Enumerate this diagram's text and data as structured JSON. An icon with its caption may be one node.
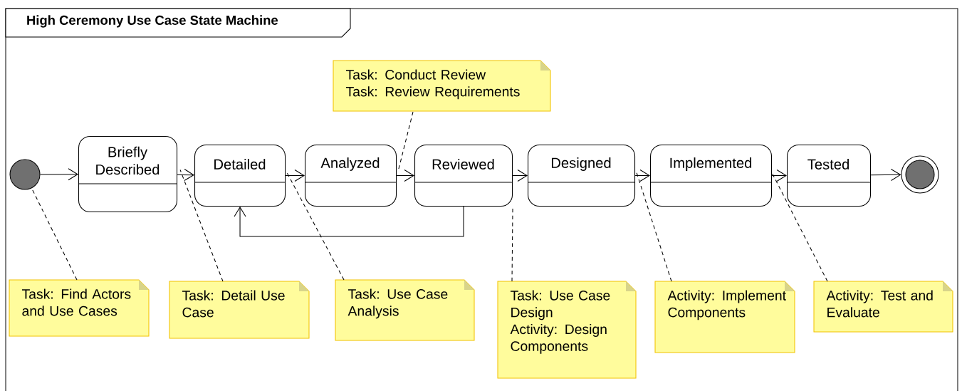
{
  "diagram": {
    "title": "High Ceremony Use Case State Machine",
    "nodes": [
      {
        "text": [],
        "shape": "circle"
      },
      {
        "text": [
          "Briefly Described"
        ]
      },
      {
        "text": [
          "Detailed"
        ]
      },
      {
        "text": [
          "Analyzed"
        ]
      },
      {
        "text": [
          "Reviewed"
        ]
      },
      {
        "text": [
          "Designed"
        ]
      },
      {
        "text": [
          "Implemented"
        ]
      },
      {
        "text": [
          "Tested"
        ]
      },
      {
        "text": [],
        "shape": "circle"
      },
      {
        "text": [
          "Task: Conduct Review",
          "Task: Review Requirements"
        ]
      },
      {
        "text": [
          "Task: Find Actors and Use Cases"
        ]
      },
      {
        "text": [
          "Task: Detail Use Case"
        ]
      },
      {
        "text": [
          "Task: Use Case Analysis"
        ]
      },
      {
        "text": [
          "Task: Use Case Design",
          "Activity: Design Components"
        ]
      },
      {
        "text": [
          "Activity: Implement Components"
        ]
      },
      {
        "text": [
          "Activity: Test and Evaluate"
        ]
      }
    ],
    "edges": [
      {
        "from": 0,
        "to": 1,
        "arrow": "to"
      },
      {
        "from": 1,
        "to": 2,
        "arrow": "to"
      },
      {
        "from": 2,
        "to": 3,
        "arrow": "to"
      },
      {
        "from": 3,
        "to": 4,
        "arrow": "to"
      },
      {
        "from": 4,
        "to": 5,
        "arrow": "to"
      },
      {
        "from": 5,
        "to": 6,
        "arrow": "to"
      },
      {
        "from": 6,
        "to": 7,
        "arrow": "to"
      },
      {
        "from": 7,
        "to": 8,
        "arrow": "to"
      },
      {
        "from": 4,
        "to": 2,
        "arrow": "to"
      },
      {
        "from": 9,
        "to": 3,
        "arrow": "none",
        "style": "dashed"
      },
      {
        "from": 10,
        "to": 0,
        "arrow": "none",
        "style": "dashed"
      },
      {
        "from": 11,
        "to": 1,
        "arrow": "none",
        "style": "dashed"
      },
      {
        "from": 12,
        "to": 2,
        "arrow": "none",
        "style": "dashed"
      },
      {
        "from": 13,
        "to": 4,
        "arrow": "none",
        "style": "dashed"
      },
      {
        "from": 14,
        "to": 5,
        "arrow": "none",
        "style": "dashed"
      },
      {
        "from": 15,
        "to": 6,
        "arrow": "none",
        "style": "dashed"
      }
    ]
  }
}
